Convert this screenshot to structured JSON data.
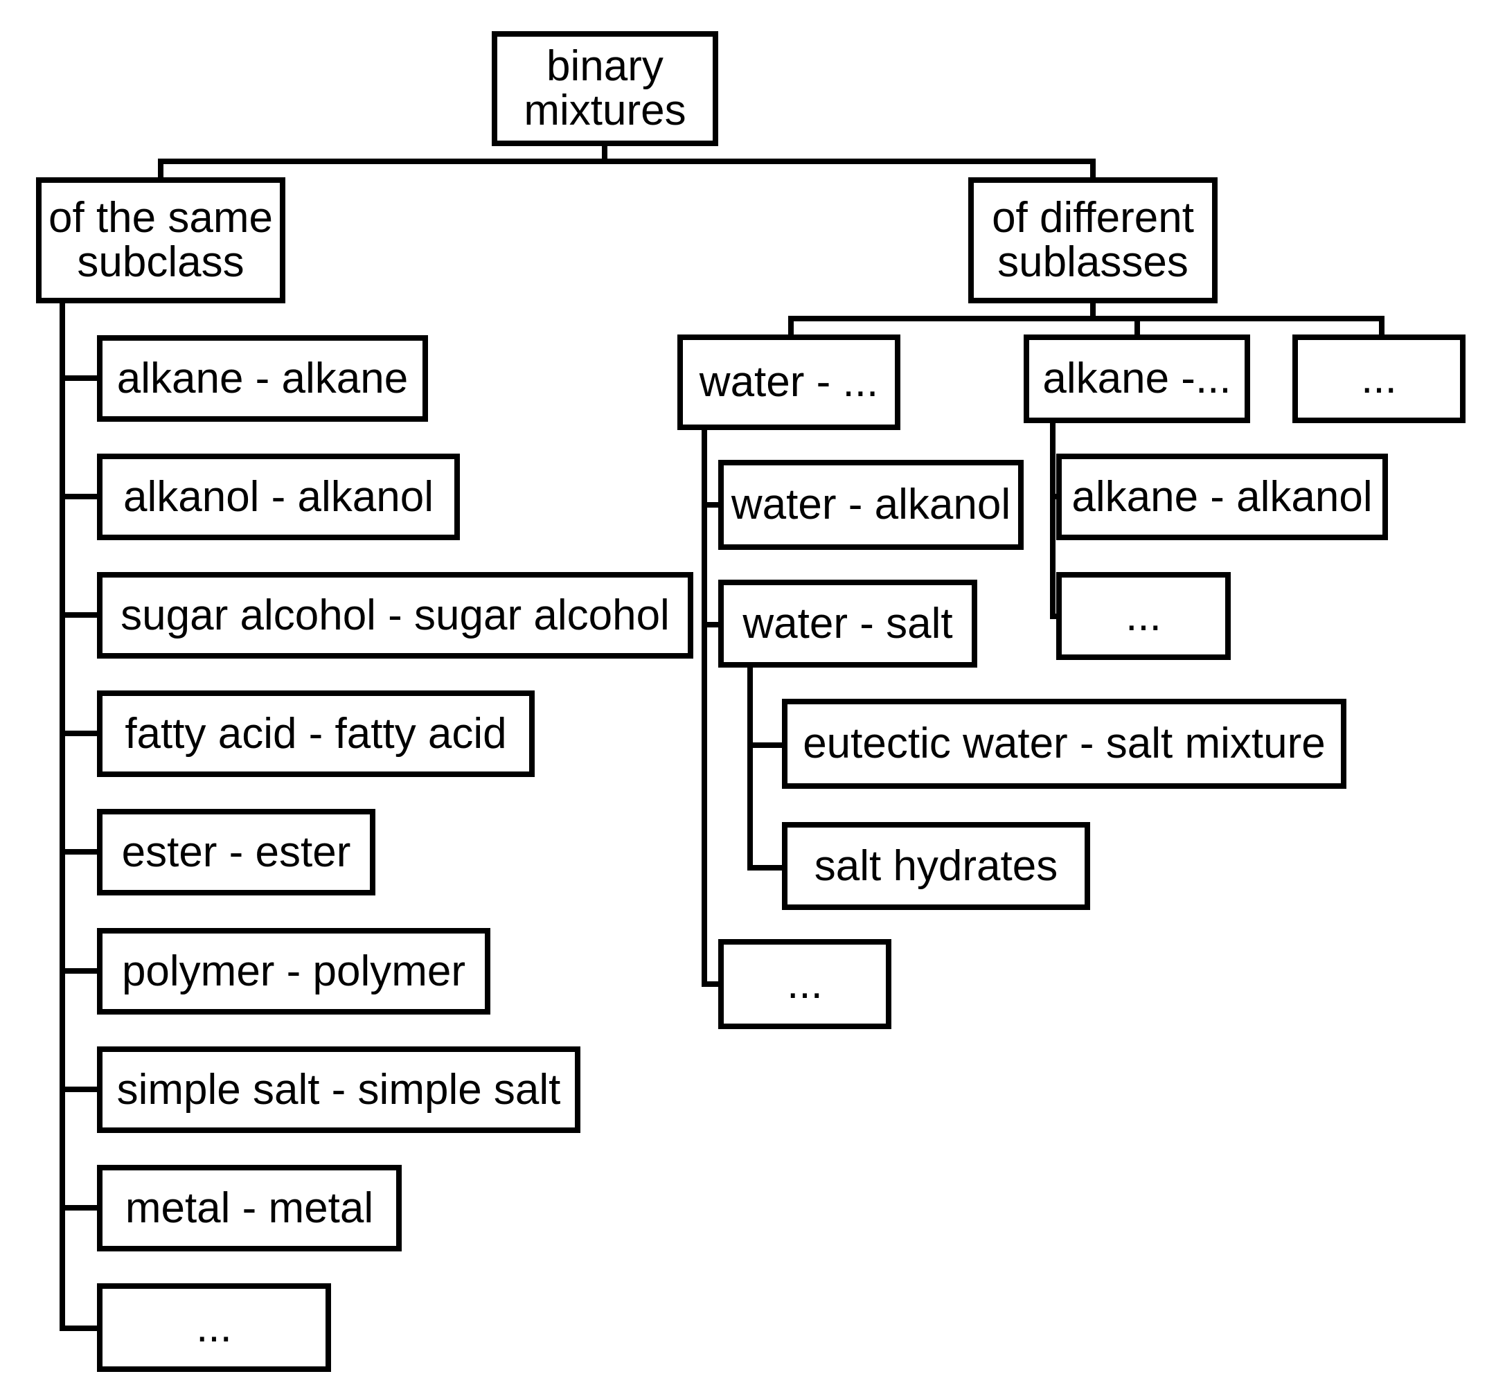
{
  "root": {
    "line1": "binary",
    "line2": "mixtures"
  },
  "same_subclass": {
    "line1": "of the same",
    "line2": "subclass",
    "items": [
      "alkane - alkane",
      "alkanol - alkanol",
      "sugar alcohol - sugar alcohol",
      "fatty acid - fatty acid",
      "ester - ester",
      "polymer - polymer",
      "simple salt - simple salt",
      "metal - metal",
      "..."
    ]
  },
  "different_subclasses": {
    "line1": "of different",
    "line2": "sublasses",
    "water": {
      "label": "water - ...",
      "items": {
        "alkanol": "water - alkanol",
        "salt": "water - salt",
        "more": "..."
      },
      "salt_items": [
        "eutectic water - salt mixture",
        "salt hydrates"
      ]
    },
    "alkane": {
      "label": "alkane -...",
      "items": [
        "alkane - alkanol",
        "..."
      ]
    },
    "other": "..."
  }
}
